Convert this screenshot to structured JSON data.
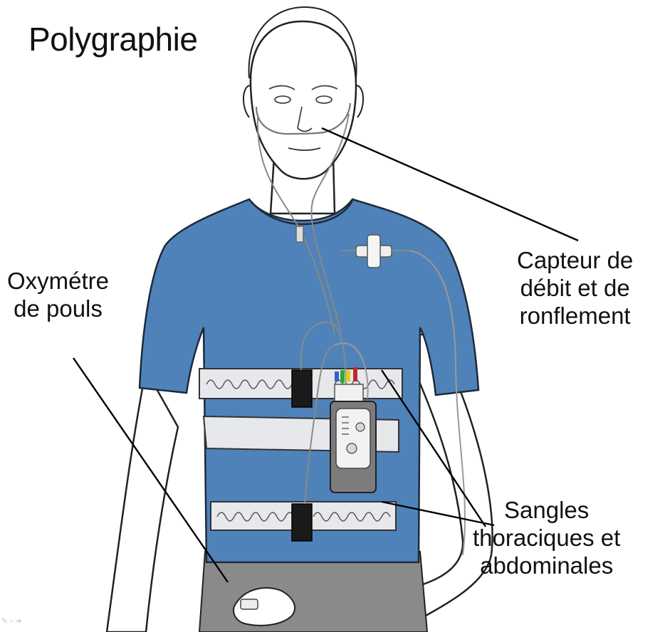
{
  "title": "Polygraphie",
  "labels": {
    "oximeter": [
      "Oxymétre",
      "de pouls"
    ],
    "flow_sensor": [
      "Capteur de",
      "débit et de",
      "ronflement"
    ],
    "straps": [
      "Sangles",
      "thoraciques et",
      "abdominales"
    ]
  },
  "colors": {
    "shirt": "#4f82b9",
    "strap": "#e6e8ec",
    "trousers": "#8a8a8a",
    "device": "#7c7c7c",
    "lead_green": "#2faa3a",
    "lead_red": "#c0282c",
    "lead_yellow": "#e3c928",
    "lead_blue": "#3a5fc8"
  },
  "icons": [
    "pen-icon",
    "window-icon",
    "forward-icon"
  ]
}
